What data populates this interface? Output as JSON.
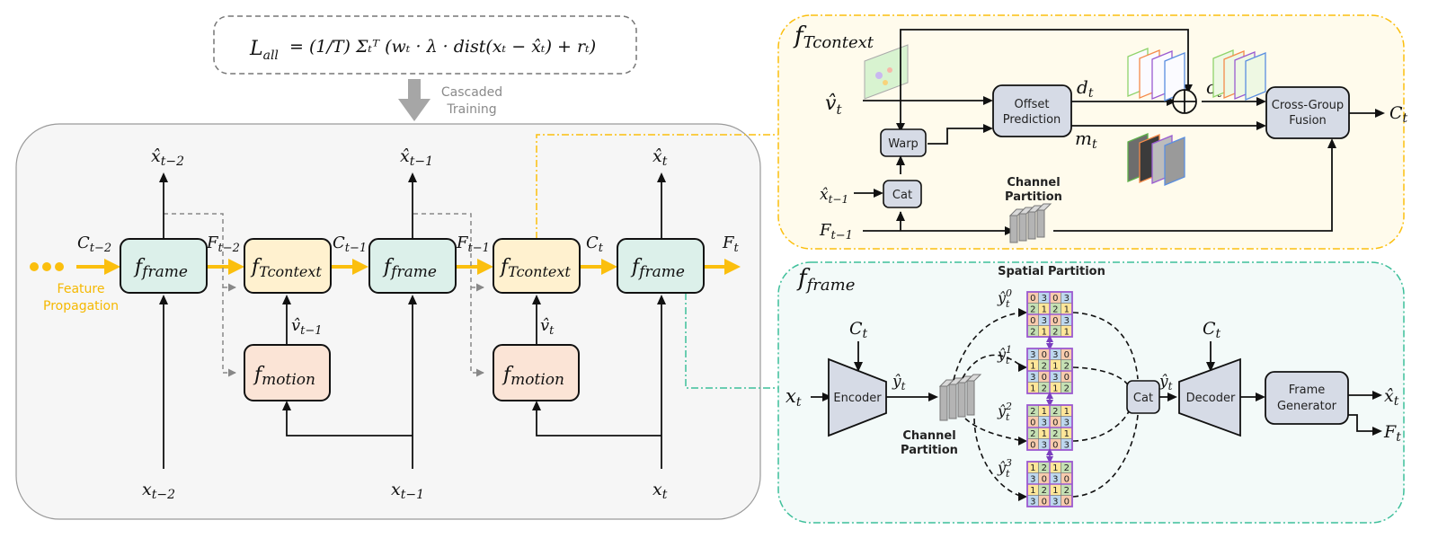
{
  "loss": {
    "formula_lhs": "L",
    "formula_lhs_sub": "all",
    "formula_rhs": "= (1/T) Σₜᵀ (wₜ · λ · dist(xₜ − x̂ₜ) + rₜ)",
    "training_label_line1": "Cascaded",
    "training_label_line2": "Training"
  },
  "pipeline": {
    "feature_propagation_line1": "Feature",
    "feature_propagation_line2": "Propagation",
    "ellipsis": "•••",
    "blocks": [
      {
        "id": "frame_t2",
        "label": "f",
        "sub": "frame",
        "type": "frame"
      },
      {
        "id": "tctx_t1",
        "label": "f",
        "sub": "Tcontext",
        "type": "tcontext"
      },
      {
        "id": "frame_t1",
        "label": "f",
        "sub": "frame",
        "type": "frame"
      },
      {
        "id": "tctx_t",
        "label": "f",
        "sub": "Tcontext",
        "type": "tcontext"
      },
      {
        "id": "frame_t",
        "label": "f",
        "sub": "frame",
        "type": "frame"
      },
      {
        "id": "motion_t1",
        "label": "f",
        "sub": "motion",
        "type": "motion"
      },
      {
        "id": "motion_t",
        "label": "f",
        "sub": "motion",
        "type": "motion"
      }
    ],
    "edge_labels": {
      "c_t2": "C",
      "c_t2_sub": "t−2",
      "f_t2": "F",
      "f_t2_sub": "t−2",
      "c_t1": "C",
      "c_t1_sub": "t−1",
      "f_t1": "F",
      "f_t1_sub": "t−1",
      "c_t": "C",
      "c_t_sub": "t",
      "f_t": "F",
      "f_t_sub": "t",
      "v_t1": "v̂",
      "v_t1_sub": "t−1",
      "v_t": "v̂",
      "v_t_sub": "t"
    },
    "outputs": [
      {
        "label": "x̂",
        "sub": "t−2"
      },
      {
        "label": "x̂",
        "sub": "t−1"
      },
      {
        "label": "x̂",
        "sub": "t"
      }
    ],
    "inputs": [
      {
        "label": "x",
        "sub": "t−2"
      },
      {
        "label": "x",
        "sub": "t−1"
      },
      {
        "label": "x",
        "sub": "t"
      }
    ]
  },
  "tcontext_panel": {
    "title": "f",
    "title_sub": "Tcontext",
    "input_v": "v̂",
    "input_v_sub": "t",
    "input_x": "x̂",
    "input_x_sub": "t−1",
    "input_f": "F",
    "input_f_sub": "t−1",
    "warp": "Warp",
    "cat": "Cat",
    "offset_line1": "Offset",
    "offset_line2": "Prediction",
    "d_label": "d",
    "d_sub": "t",
    "m_label": "m",
    "m_sub": "t",
    "o_label": "o",
    "o_sub": "t",
    "channel_partition_line1": "Channel",
    "channel_partition_line2": "Partition",
    "fusion_line1": "Cross-Group",
    "fusion_line2": "Fusion",
    "output": "C",
    "output_sub": "t"
  },
  "frame_panel": {
    "title": "f",
    "title_sub": "frame",
    "input_x": "x",
    "input_x_sub": "t",
    "ctx_in": "C",
    "ctx_in_sub": "t",
    "encoder": "Encoder",
    "y_hat": "ŷ",
    "y_hat_sub": "t",
    "channel_partition_line1": "Channel",
    "channel_partition_line2": "Partition",
    "spatial_partition": "Spatial Partition",
    "groups": [
      {
        "label": "ŷ",
        "sub": "t",
        "sup": "0",
        "grid": [
          [
            0,
            3,
            0,
            3
          ],
          [
            2,
            1,
            2,
            1
          ],
          [
            0,
            3,
            0,
            3
          ],
          [
            2,
            1,
            2,
            1
          ]
        ]
      },
      {
        "label": "ŷ",
        "sub": "t",
        "sup": "1",
        "grid": [
          [
            3,
            0,
            3,
            0
          ],
          [
            1,
            2,
            1,
            2
          ],
          [
            3,
            0,
            3,
            0
          ],
          [
            1,
            2,
            1,
            2
          ]
        ]
      },
      {
        "label": "ŷ",
        "sub": "t",
        "sup": "2",
        "grid": [
          [
            2,
            1,
            2,
            1
          ],
          [
            0,
            3,
            0,
            3
          ],
          [
            2,
            1,
            2,
            1
          ],
          [
            0,
            3,
            0,
            3
          ]
        ]
      },
      {
        "label": "ŷ",
        "sub": "t",
        "sup": "3",
        "grid": [
          [
            1,
            2,
            1,
            2
          ],
          [
            3,
            0,
            3,
            0
          ],
          [
            1,
            2,
            1,
            2
          ],
          [
            3,
            0,
            3,
            0
          ]
        ]
      }
    ],
    "cell_colors": {
      "0": "#f8cbad",
      "1": "#ffe699",
      "2": "#c5e0b4",
      "3": "#bdd7ee"
    },
    "cat": "Cat",
    "y_hat2": "ŷ",
    "y_hat2_sub": "t",
    "ctx_in2": "C",
    "ctx_in2_sub": "t",
    "decoder": "Decoder",
    "generator_line1": "Frame",
    "generator_line2": "Generator",
    "out_x": "x̂",
    "out_x_sub": "t",
    "out_f": "F",
    "out_f_sub": "t"
  },
  "colors": {
    "frame_block": "#dcf0ea",
    "tcontext_block": "#fff1cf",
    "motion_block": "#fbe4d6",
    "module_box": "#d6dbe6",
    "propagation": "#fbbf0e",
    "tcontext_panel_bg": "#fffbec",
    "frame_panel_bg": "#f3faf9",
    "main_panel_bg": "#f6f6f6"
  }
}
